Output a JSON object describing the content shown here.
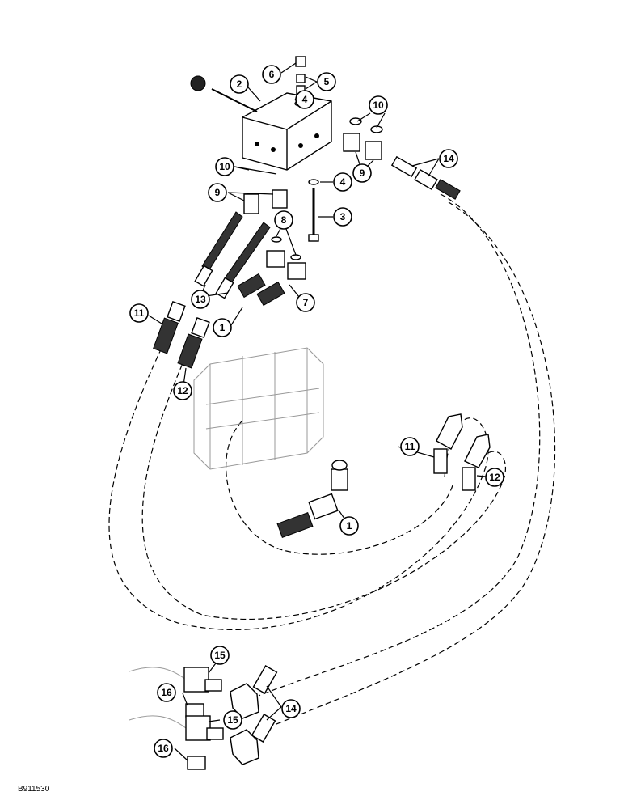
{
  "figure_code": "B911530",
  "callouts": [
    {
      "id": "c6",
      "label": "6"
    },
    {
      "id": "c2",
      "label": "2"
    },
    {
      "id": "c5",
      "label": "5"
    },
    {
      "id": "c4a",
      "label": "4"
    },
    {
      "id": "c10a",
      "label": "10"
    },
    {
      "id": "c10b",
      "label": "10"
    },
    {
      "id": "c9a",
      "label": "9"
    },
    {
      "id": "c14a",
      "label": "14"
    },
    {
      "id": "c4b",
      "label": "4"
    },
    {
      "id": "c9b",
      "label": "9"
    },
    {
      "id": "c3",
      "label": "3"
    },
    {
      "id": "c8",
      "label": "8"
    },
    {
      "id": "c13",
      "label": "13"
    },
    {
      "id": "c7",
      "label": "7"
    },
    {
      "id": "c11a",
      "label": "11"
    },
    {
      "id": "c1a",
      "label": "1"
    },
    {
      "id": "c12a",
      "label": "12"
    },
    {
      "id": "c11b",
      "label": "11"
    },
    {
      "id": "c12b",
      "label": "12"
    },
    {
      "id": "c1b",
      "label": "1"
    },
    {
      "id": "c15a",
      "label": "15"
    },
    {
      "id": "c16a",
      "label": "16"
    },
    {
      "id": "c14b",
      "label": "14"
    },
    {
      "id": "c15b",
      "label": "15"
    },
    {
      "id": "c16b",
      "label": "16"
    }
  ]
}
